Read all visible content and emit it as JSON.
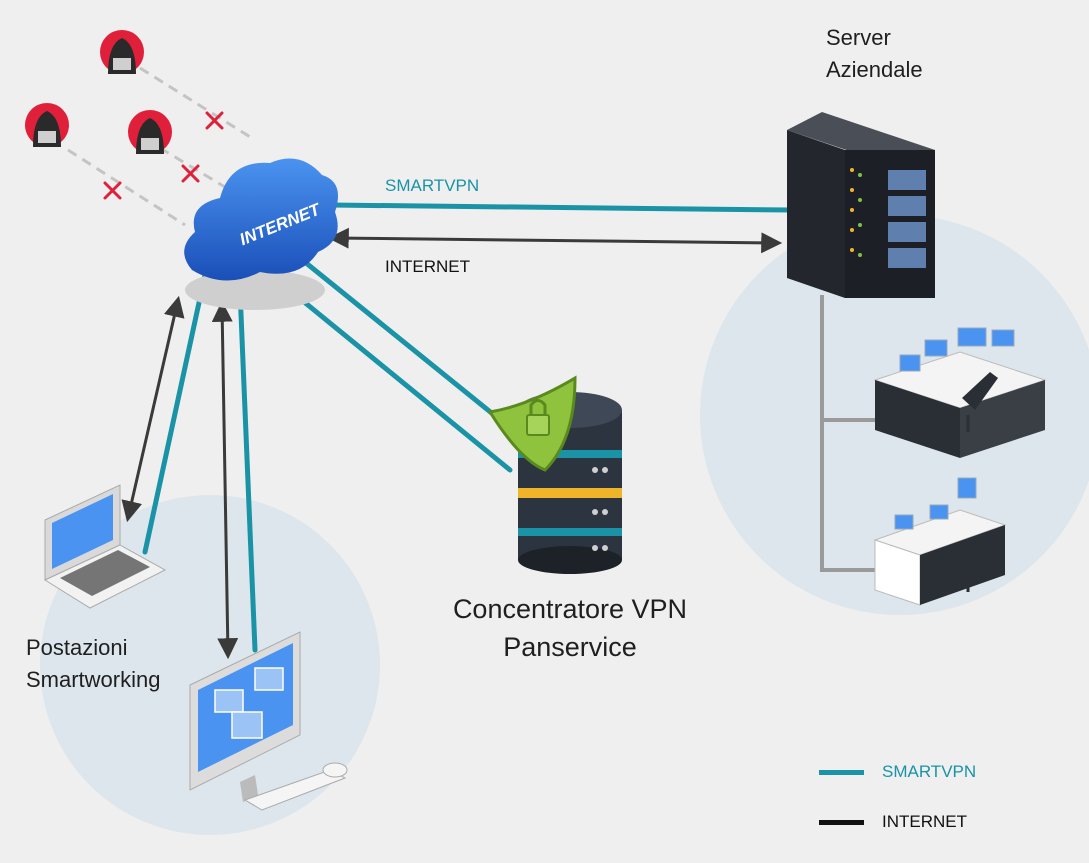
{
  "colors": {
    "smartvpn": "#1a93a6",
    "internet": "#3a3a3a",
    "cloud": "#2d6fd8",
    "hacker_circle": "#e0203a",
    "block_x": "#e0203a",
    "zone_circle": "#dde6ec",
    "shield": "#8fc33d",
    "database_band": "#f0b429"
  },
  "icons": {
    "cloud": "cloud-icon",
    "server": "server-rack-icon",
    "vpn": "vpn-database-shield-icon",
    "laptop": "laptop-icon",
    "desktop": "desktop-computer-icon",
    "workstation": "office-workstation-icon",
    "hacker": "hacker-icon",
    "block": "blocked-x-icon"
  },
  "cloud_label": "INTERNET",
  "server_label": [
    "Server",
    "Aziendale"
  ],
  "line_labels": {
    "smartvpn": "SMARTVPN",
    "internet": "INTERNET"
  },
  "concentratore_label": [
    "Concentratore VPN",
    "Panservice"
  ],
  "postazioni_label": [
    "Postazioni",
    "Smartworking"
  ],
  "legend": [
    {
      "label": "SMARTVPN",
      "color": "#1a93a6"
    },
    {
      "label": "INTERNET",
      "color": "#111111"
    }
  ]
}
